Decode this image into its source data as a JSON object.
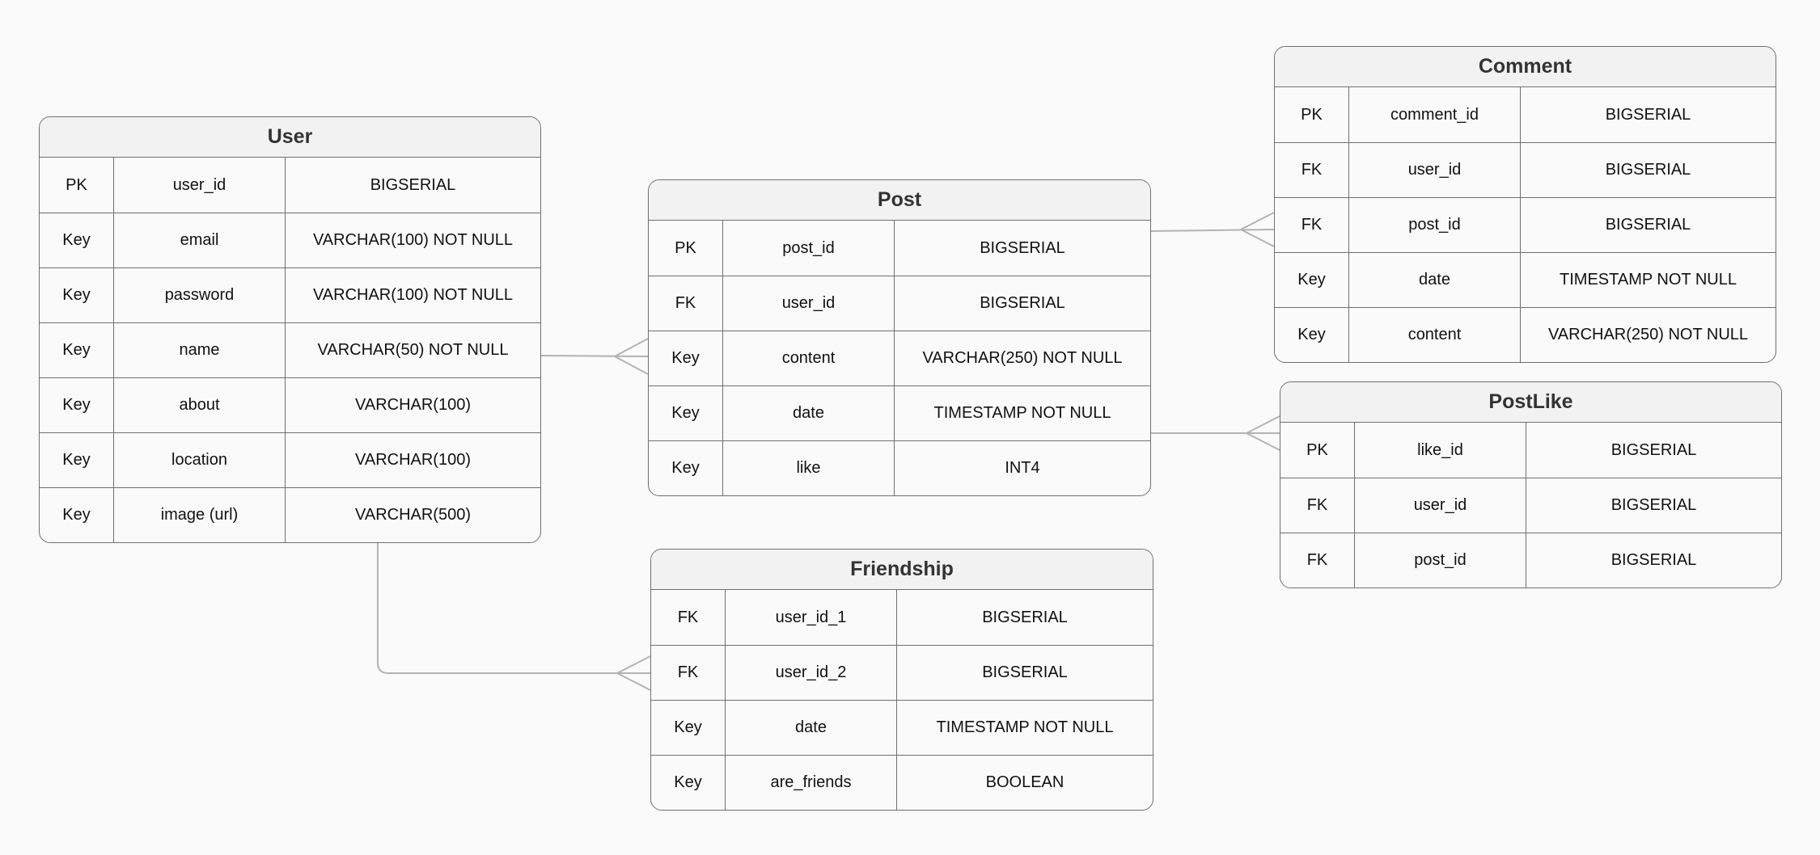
{
  "entities": {
    "user": {
      "title": "User",
      "rows": [
        {
          "key": "PK",
          "name": "user_id",
          "type": "BIGSERIAL"
        },
        {
          "key": "Key",
          "name": "email",
          "type": "VARCHAR(100) NOT NULL"
        },
        {
          "key": "Key",
          "name": "password",
          "type": "VARCHAR(100) NOT NULL"
        },
        {
          "key": "Key",
          "name": "name",
          "type": "VARCHAR(50) NOT NULL"
        },
        {
          "key": "Key",
          "name": "about",
          "type": "VARCHAR(100)"
        },
        {
          "key": "Key",
          "name": "location",
          "type": "VARCHAR(100)"
        },
        {
          "key": "Key",
          "name": "image (url)",
          "type": "VARCHAR(500)"
        }
      ]
    },
    "post": {
      "title": "Post",
      "rows": [
        {
          "key": "PK",
          "name": "post_id",
          "type": "BIGSERIAL"
        },
        {
          "key": "FK",
          "name": "user_id",
          "type": "BIGSERIAL"
        },
        {
          "key": "Key",
          "name": "content",
          "type": "VARCHAR(250) NOT NULL"
        },
        {
          "key": "Key",
          "name": "date",
          "type": "TIMESTAMP NOT NULL"
        },
        {
          "key": "Key",
          "name": "like",
          "type": "INT4"
        }
      ]
    },
    "comment": {
      "title": "Comment",
      "rows": [
        {
          "key": "PK",
          "name": "comment_id",
          "type": "BIGSERIAL"
        },
        {
          "key": "FK",
          "name": "user_id",
          "type": "BIGSERIAL"
        },
        {
          "key": "FK",
          "name": "post_id",
          "type": "BIGSERIAL"
        },
        {
          "key": "Key",
          "name": "date",
          "type": "TIMESTAMP NOT NULL"
        },
        {
          "key": "Key",
          "name": "content",
          "type": "VARCHAR(250) NOT NULL"
        }
      ]
    },
    "postlike": {
      "title": "PostLike",
      "rows": [
        {
          "key": "PK",
          "name": "like_id",
          "type": "BIGSERIAL"
        },
        {
          "key": "FK",
          "name": "user_id",
          "type": "BIGSERIAL"
        },
        {
          "key": "FK",
          "name": "post_id",
          "type": "BIGSERIAL"
        }
      ]
    },
    "friendship": {
      "title": "Friendship",
      "rows": [
        {
          "key": "FK",
          "name": "user_id_1",
          "type": "BIGSERIAL"
        },
        {
          "key": "FK",
          "name": "user_id_2",
          "type": "BIGSERIAL"
        },
        {
          "key": "Key",
          "name": "date",
          "type": "TIMESTAMP NOT NULL"
        },
        {
          "key": "Key",
          "name": "are_friends",
          "type": "BOOLEAN"
        }
      ]
    }
  },
  "relationships": [
    {
      "from": "user",
      "to": "post",
      "cardinality": "one-to-many"
    },
    {
      "from": "user",
      "to": "friendship",
      "cardinality": "one-to-many"
    },
    {
      "from": "post",
      "to": "comment",
      "cardinality": "one-to-many"
    },
    {
      "from": "post",
      "to": "postlike",
      "cardinality": "one-to-many"
    }
  ],
  "colors": {
    "background": "#fafafa",
    "border": "#707070",
    "header": "#f2f2f2",
    "connector": "#b3b3b3"
  }
}
